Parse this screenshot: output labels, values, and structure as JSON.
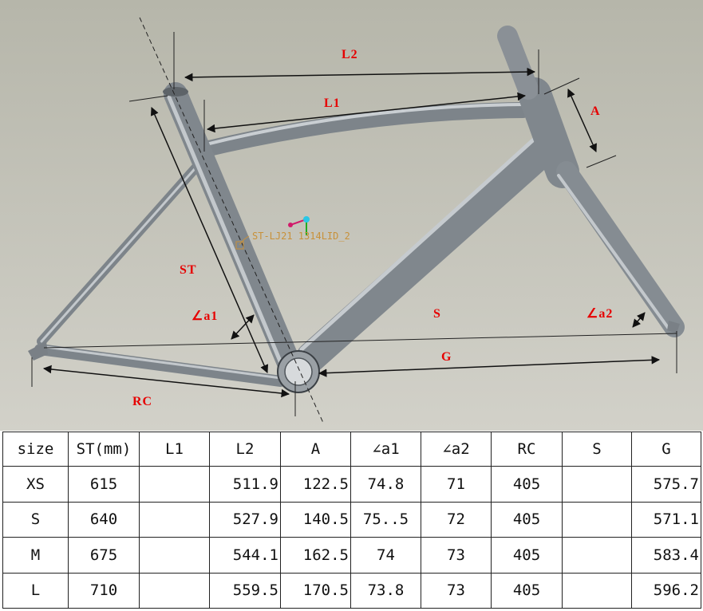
{
  "diagram": {
    "labels": {
      "L2": "L2",
      "L1": "L1",
      "A": "A",
      "ST": "ST",
      "a1": "∠a1",
      "a2": "∠a2",
      "S": "S",
      "G": "G",
      "RC": "RC"
    },
    "annotation_text": "ST-LJ21 1314LID_2",
    "colors": {
      "background_top": "#b8b8ac",
      "background_bottom": "#cfcec6",
      "tube": "#8c9298",
      "tube_highlight": "#c6cbcf",
      "label": "#e60000",
      "annotation": "#c8913a"
    }
  },
  "table": {
    "headers": [
      "size",
      "ST(mm)",
      "L1",
      "L2",
      "A",
      "∠a1",
      "∠a2",
      "RC",
      "S",
      "G"
    ],
    "rows": [
      [
        "XS",
        "615",
        "",
        "511.9",
        "122.5",
        "74.8",
        "71",
        "405",
        "",
        "575.7"
      ],
      [
        "S",
        "640",
        "",
        "527.9",
        "140.5",
        "75..5",
        "72",
        "405",
        "",
        "571.1"
      ],
      [
        "M",
        "675",
        "",
        "544.1",
        "162.5",
        "74",
        "73",
        "405",
        "",
        "583.4"
      ],
      [
        "L",
        "710",
        "",
        "559.5",
        "170.5",
        "73.8",
        "73",
        "405",
        "",
        "596.2"
      ]
    ]
  }
}
